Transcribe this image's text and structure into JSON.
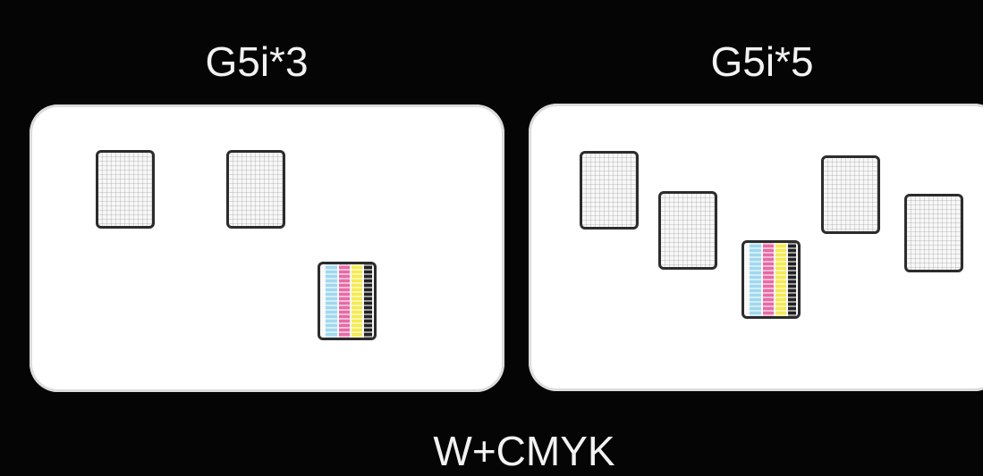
{
  "diagram": {
    "left_label": "G5i*3",
    "right_label": "G5i*5",
    "bottom_label": "W+CMYK",
    "colors": {
      "background": "#050505",
      "panel": "#ffffff",
      "head_outline": "#2c2c2c",
      "cyan": "#9fd8ef",
      "magenta": "#e86aa6",
      "yellow": "#f5ea52",
      "black": "#222222"
    }
  }
}
